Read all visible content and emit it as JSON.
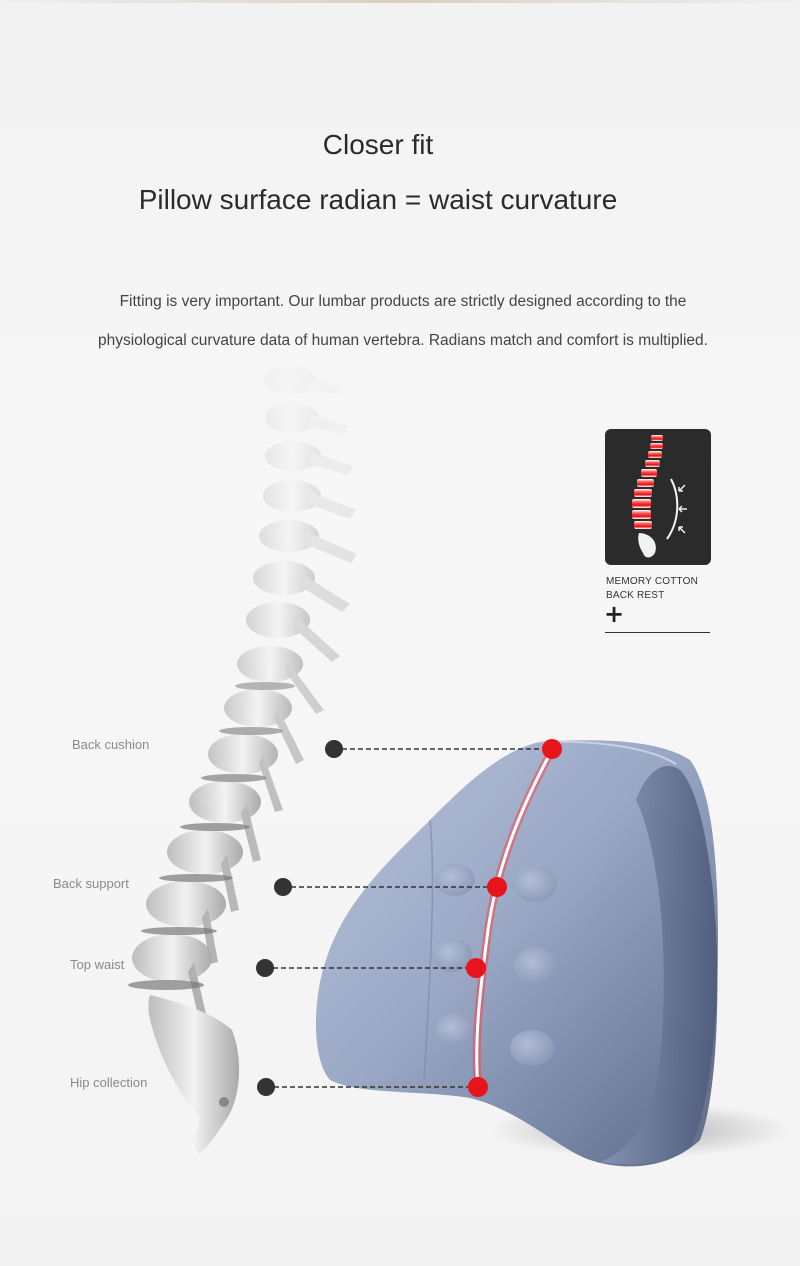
{
  "header": {
    "title": "Closer fit",
    "subtitle": "Pillow surface radian = waist curvature"
  },
  "description": {
    "line1": "Fitting is very important. Our lumbar products are strictly designed according to the",
    "line2": "physiological curvature data of human vertebra. Radians match and comfort is multiplied."
  },
  "labels": {
    "back_cushion": "Back cushion",
    "back_support": "Back support",
    "top_waist": "Top waist",
    "hip_collection": "Hip collection"
  },
  "badge": {
    "line1": "MEMORY COTTON",
    "line2": "BACK REST",
    "plus": "+"
  },
  "colors": {
    "marker_red": "#e8141b",
    "marker_dark": "#333333",
    "pillow": "#8e9dbd",
    "badge_bg": "#2b2b2b"
  },
  "icons": {
    "spine": "spine-illustration",
    "pillow": "lumbar-pillow-illustration",
    "badge_icon": "spine-pressure-icon"
  }
}
